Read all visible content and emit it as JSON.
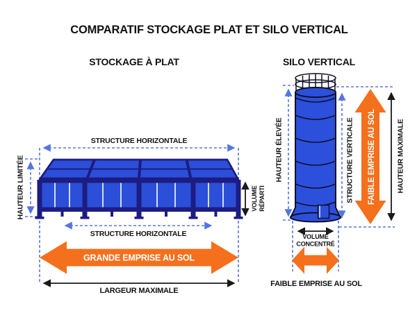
{
  "title": "COMPARATIF STOCKAGE PLAT ET SILO VERTICAL",
  "colors": {
    "background": "#ffffff",
    "text": "#111111",
    "panel_blue": "#2b4fd8",
    "frame_navy": "#1c1c82",
    "silo_blue": "#2c50dc",
    "outline_dark": "#101028",
    "dashed_blue": "#5576e0",
    "accent_orange": "#f4701d",
    "arrow_black": "#1a1a1a"
  },
  "flat": {
    "heading": "STOCKAGE À PLAT",
    "labels": {
      "structure_top": "STRUCTURE HORIZONTALE",
      "hauteur": "HAUTEUR LIMITÉE",
      "volume_line1": "VOLUME",
      "volume_line2": "RÉPARTI",
      "structure_bottom": "STRUCTURE HORIZONTALE",
      "emprise": "GRANDE EMPRISE AU SOL",
      "largeur": "LARGEUR MAXIMALE"
    }
  },
  "silo": {
    "heading": "SILO VERTICAL",
    "labels": {
      "hauteur": "HAUTEUR ÉLEVÉE",
      "structure": "STRUCTURE VERTICALE",
      "emprise_vertical": "FAIBLE EMPRISE AU SOL",
      "hauteur_max": "HAUTEUR MAXIMALE",
      "volume_line1": "VOLUME",
      "volume_line2": "CONCENTRÉ",
      "emprise_bottom": "FAIBLE EMPRISE AU SOL"
    }
  }
}
